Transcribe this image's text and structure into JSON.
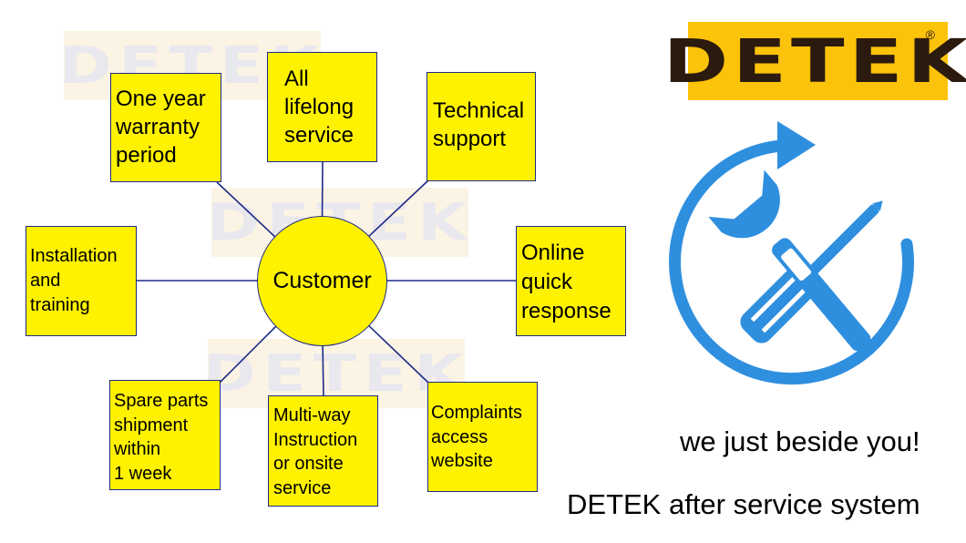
{
  "watermark": {
    "text": "DETEK"
  },
  "hub": {
    "label": "Customer"
  },
  "nodes": {
    "warranty": "One year\nwarranty\nperiod",
    "lifelong": "All\nlifelong\nservice",
    "technical": "Technical\nsupport",
    "installation": "Installation\nand\ntraining",
    "online": "Online\nquick\nresponse",
    "spare_parts": "Spare parts\nshipment\nwithin\n1 week",
    "multi_way": "Multi-way\nInstruction\nor onsite\nservice",
    "complaints": "Complaints\naccess\nwebsite"
  },
  "logo": {
    "text": "DETEK",
    "registered": "®"
  },
  "icon": "tools-refresh-icon",
  "tagline": "we just beside you!",
  "subtitle": "DETEK after service system",
  "colors": {
    "box_fill": "#fff200",
    "outline": "#1f2a86",
    "logo_bg": "#fcc30b",
    "icon_blue": "#2f8fdf"
  }
}
